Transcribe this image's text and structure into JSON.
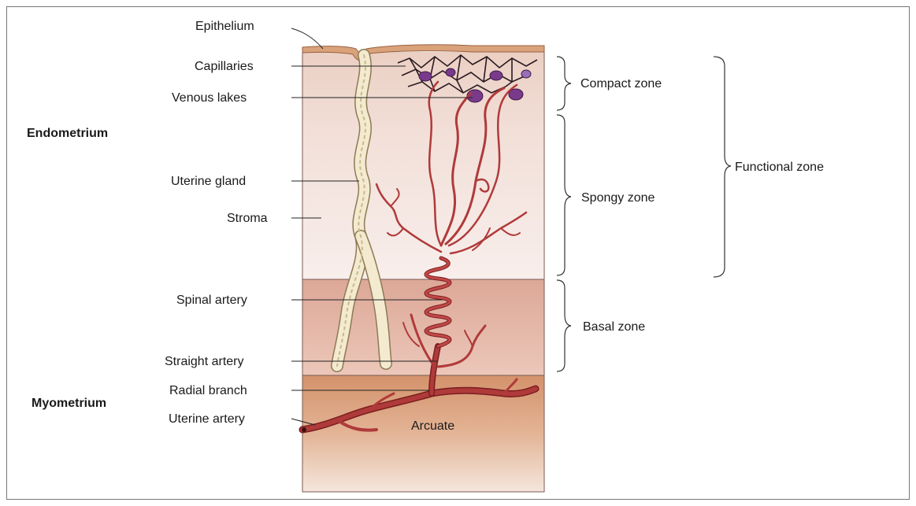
{
  "regions": {
    "endometrium": "Endometrium",
    "myometrium": "Myometrium"
  },
  "left_labels": {
    "epithelium": "Epithelium",
    "capillaries": "Capillaries",
    "venous_lakes": "Venous lakes",
    "uterine_gland": "Uterine gland",
    "stroma": "Stroma",
    "spinal_artery": "Spinal artery",
    "straight_artery": "Straight artery",
    "radial_branch": "Radial branch",
    "uterine_artery": "Uterine artery"
  },
  "inner_labels": {
    "arcuate": "Arcuate"
  },
  "zones": {
    "compact": "Compact zone",
    "spongy": "Spongy zone",
    "basal": "Basal zone",
    "functional": "Functional zone"
  },
  "colors": {
    "epithelium": "#d9a27a",
    "compact": "#ecd2c8",
    "spongy": "#f6e8e4",
    "basal": "#e3b3a4",
    "myometrium": "#d79a73",
    "artery": "#b03a3a",
    "gland": "#f3ead0",
    "venous_lake": "#7a3a8c"
  }
}
